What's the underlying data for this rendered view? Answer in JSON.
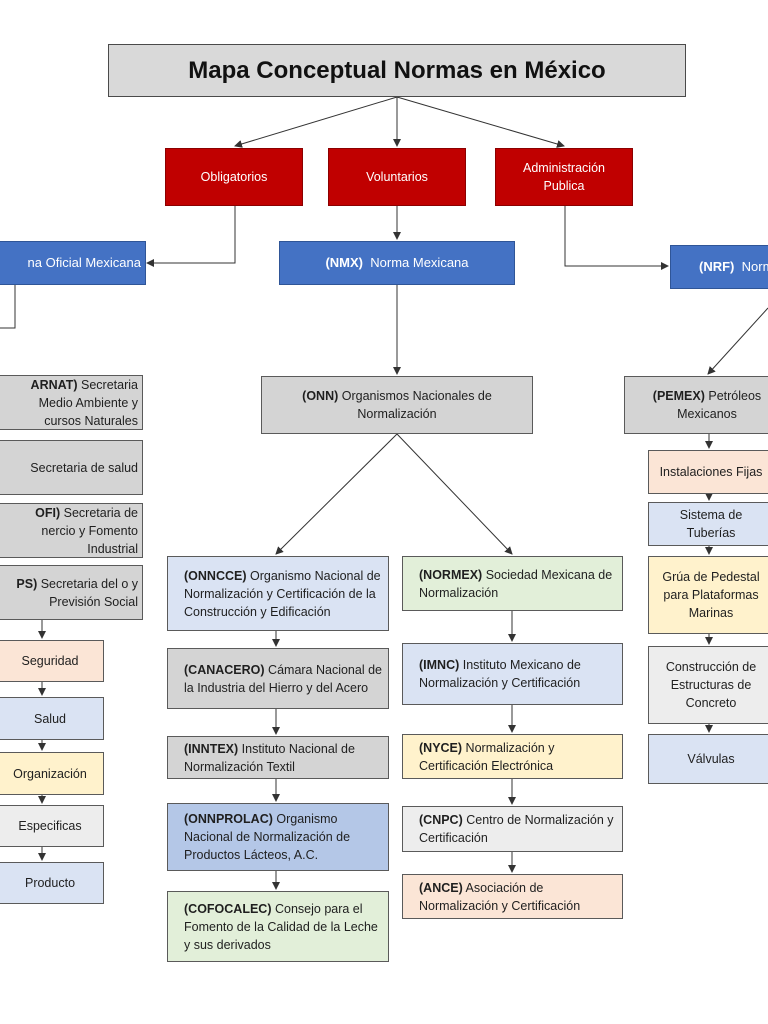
{
  "title": "Mapa Conceptual Normas en México",
  "categories": {
    "obligatorios": "Obligatorios",
    "voluntarios": "Voluntarios",
    "administracion": "Administración Publica"
  },
  "norms": {
    "nom": "na Oficial Mexicana",
    "nmx_code": "(NMX)",
    "nmx_name": "Norma Mexicana",
    "nrf_code": "(NRF)",
    "nrf_name": "Norm"
  },
  "left_column": {
    "semarnat_code": "ARNAT)",
    "semarnat_name": "Secretaria Medio Ambiente y cursos Naturales",
    "salud": "Secretaria de salud",
    "secofi_code": "OFI)",
    "secofi_name": "Secretaria de nercio y Fomento Industrial",
    "stps_code": "PS)",
    "stps_name": "Secretaria del o y Previsión Social",
    "steps": [
      "Seguridad",
      "Salud",
      "Organización",
      "Especificas",
      "Producto"
    ]
  },
  "center": {
    "onn_code": "(ONN)",
    "onn_name": "Organismos Nacionales de Normalización",
    "col1": [
      {
        "code": "(ONNCCE)",
        "name": "Organismo Nacional de Normalización y Certificación de la Construcción y Edificación"
      },
      {
        "code": "(CANACERO)",
        "name": "Cámara Nacional de la Industria del Hierro y del Acero"
      },
      {
        "code": "(INNTEX)",
        "name": "Instituto Nacional de Normalización Textil"
      },
      {
        "code": "(ONNPROLAC)",
        "name": "Organismo Nacional de Normalización de Productos Lácteos, A.C."
      },
      {
        "code": "(COFOCALEC)",
        "name": "Consejo para el Fomento de la Calidad de la Leche y sus derivados"
      }
    ],
    "col2": [
      {
        "code": "(NORMEX)",
        "name": "Sociedad Mexicana de Normalización"
      },
      {
        "code": "(IMNC)",
        "name": "Instituto Mexicano de Normalización y Certificación"
      },
      {
        "code": "(NYCE)",
        "name": "Normalización y Certificación Electrónica"
      },
      {
        "code": "(CNPC)",
        "name": "Centro de Normalización y Certificación"
      },
      {
        "code": "(ANCE)",
        "name": "Asociación de Normalización y Certificación"
      }
    ]
  },
  "right": {
    "pemex_code": "(PEMEX)",
    "pemex_name": "Petróleos Mexicanos",
    "items": [
      "Instalaciones Fijas",
      "Sistema de Tuberías",
      "Grúa de Pedestal para Plataformas Marinas",
      "Construcción de Estructuras de Concreto",
      "Válvulas"
    ]
  }
}
